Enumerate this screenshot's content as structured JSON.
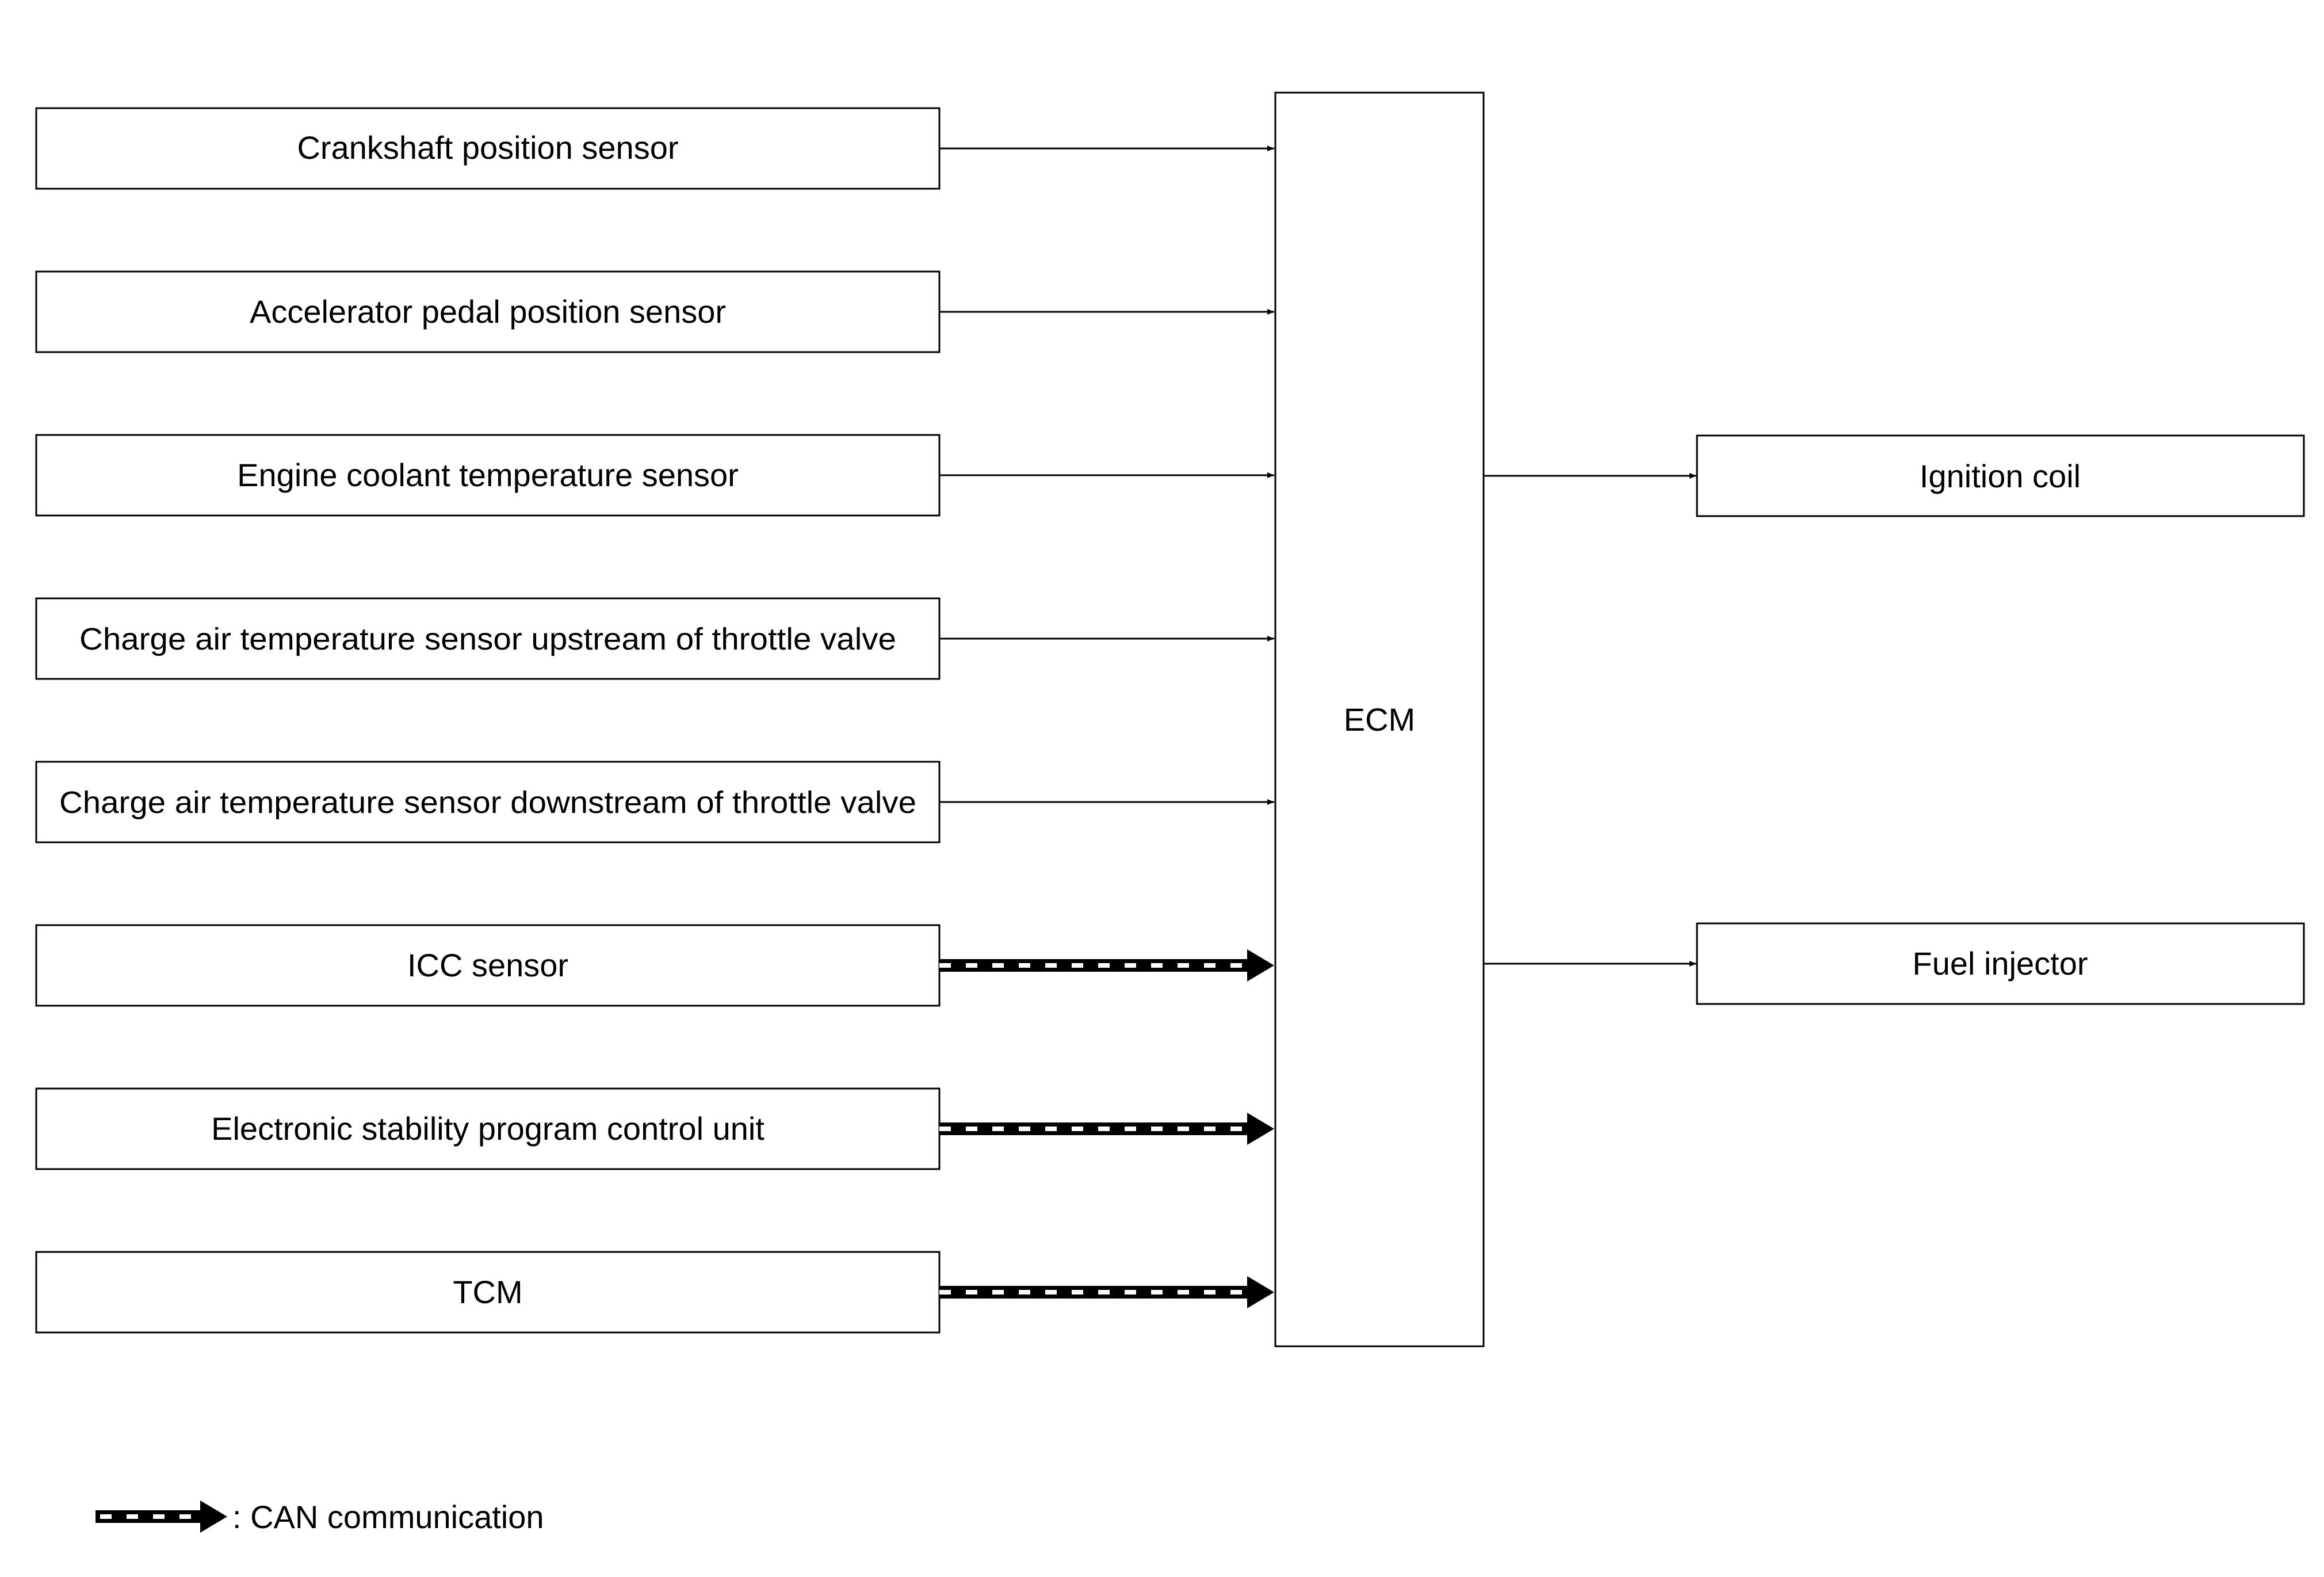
{
  "inputs": [
    {
      "label": "Crankshaft position sensor",
      "link": "signal"
    },
    {
      "label": "Accelerator pedal position sensor",
      "link": "signal"
    },
    {
      "label": "Engine coolant temperature sensor",
      "link": "signal"
    },
    {
      "label": "Charge air temperature sensor upstream of throttle valve",
      "link": "signal"
    },
    {
      "label": "Charge air temperature sensor downstream of throttle valve",
      "link": "signal"
    },
    {
      "label": "ICC sensor",
      "link": "can"
    },
    {
      "label": "Electronic stability program control unit",
      "link": "can"
    },
    {
      "label": "TCM",
      "link": "can"
    }
  ],
  "controller": {
    "label": "ECM"
  },
  "outputs": [
    {
      "label": "Ignition coil",
      "link": "signal"
    },
    {
      "label": "Fuel injector",
      "link": "signal"
    }
  ],
  "legend": {
    "label": ": CAN communication"
  }
}
